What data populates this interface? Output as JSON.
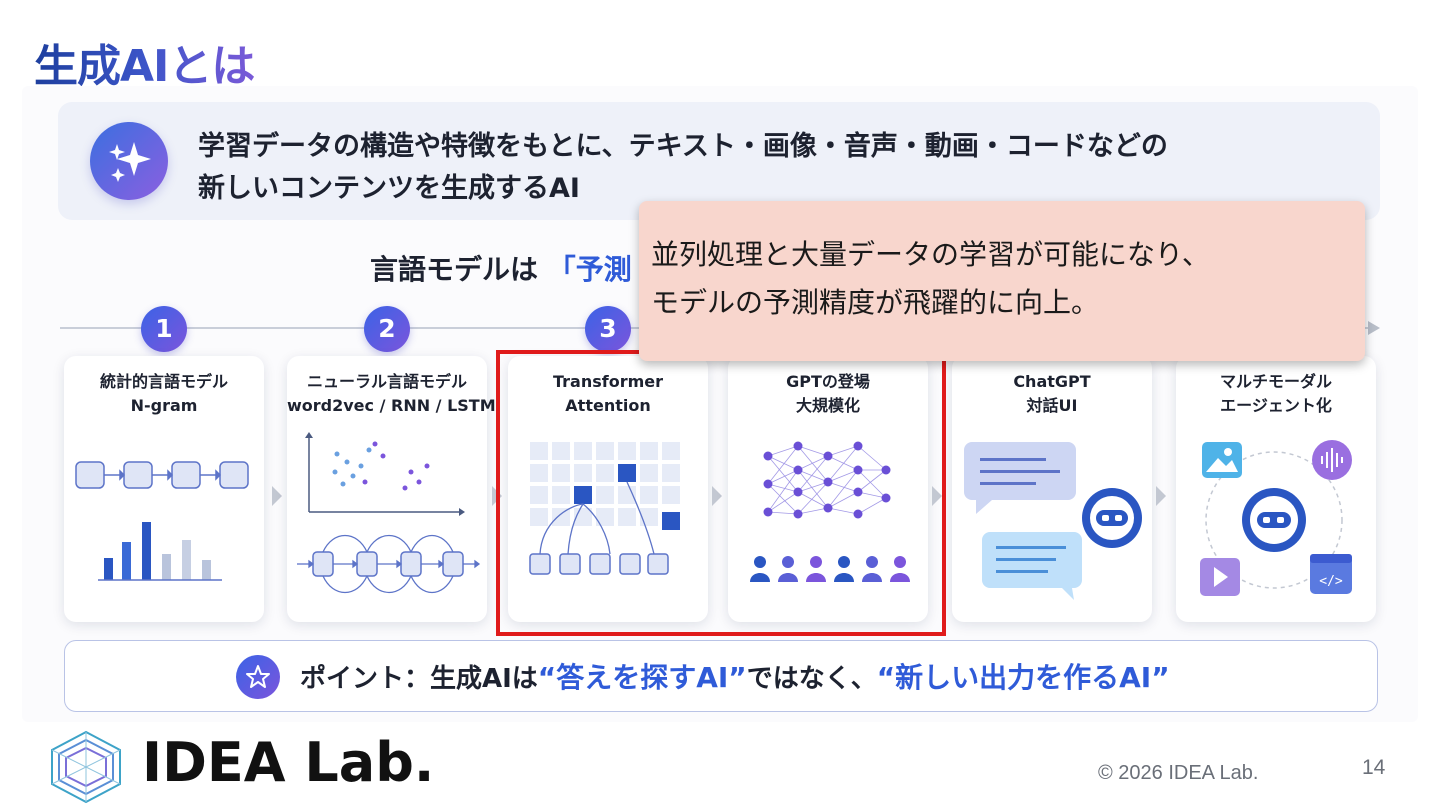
{
  "slide": {
    "title": "生成AIとは",
    "definition_line1": "学習データの構造や特徴をもとに、テキスト・画像・音声・動画・コードなどの",
    "definition_line2": "新しいコンテンツを生成するAI",
    "subheading_prefix": "言語モデルは",
    "subheading_accent": "「予測",
    "steps": [
      "1",
      "2",
      "3"
    ],
    "cards": [
      {
        "line1": "統計的言語モデル",
        "line2": "N-gram"
      },
      {
        "line1": "ニューラル言語モデル",
        "line2": "word2vec / RNN / LSTM"
      },
      {
        "line1": "Transformer",
        "line2": "Attention"
      },
      {
        "line1": "GPTの登場",
        "line2": "大規模化"
      },
      {
        "line1": "ChatGPT",
        "line2": "対話UI"
      },
      {
        "line1": "マルチモーダル",
        "line2": "エージェント化"
      }
    ],
    "callout_line1": "並列処理と大量データの学習が可能になり、",
    "callout_line2": "モデルの予測精度が飛躍的に向上。",
    "point_prefix": "ポイント：生成AIは",
    "point_em1": "“答えを探すAI”",
    "point_mid": "ではなく、",
    "point_em2": "“新しい出力を作るAI”",
    "logo_text": "IDEA Lab.",
    "copyright": "© 2026 IDEA Lab.",
    "page_number": "14"
  },
  "colors": {
    "accent_blue": "#2f5bd8",
    "accent_purple": "#7b55dc",
    "callout_bg": "#f8d6cd",
    "highlight_red": "#e01b1b"
  },
  "icons": {
    "definition": "sparkle-icon",
    "point": "star-icon",
    "logo": "hexagon-logo-icon"
  }
}
